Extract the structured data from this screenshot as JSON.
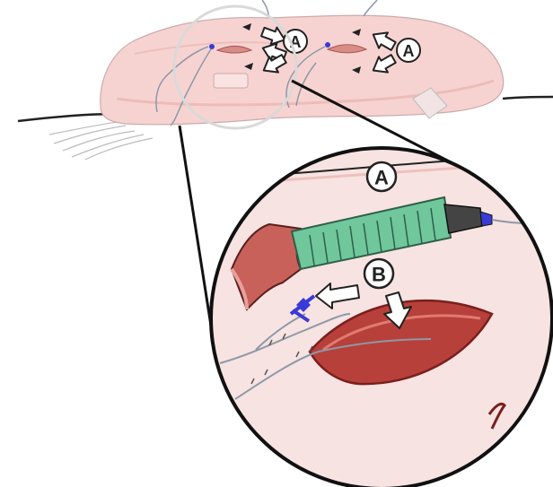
{
  "labels": {
    "a_top_left": "A",
    "a_top_right": "A",
    "a_zoom": "A",
    "b_zoom": "B"
  },
  "colors": {
    "skin": "#f6d3d1",
    "skin_shade": "#e9b2ad",
    "outline": "#1a1a1a",
    "wound_red": "#b8403a",
    "wound_dark": "#7a1f1d",
    "flap": "#c8615a",
    "drain_green": "#6fc79b",
    "drain_dark": "#2f5f4a",
    "catheter_blue": "#3a3ad8",
    "tube_gray": "#8d98a8"
  }
}
